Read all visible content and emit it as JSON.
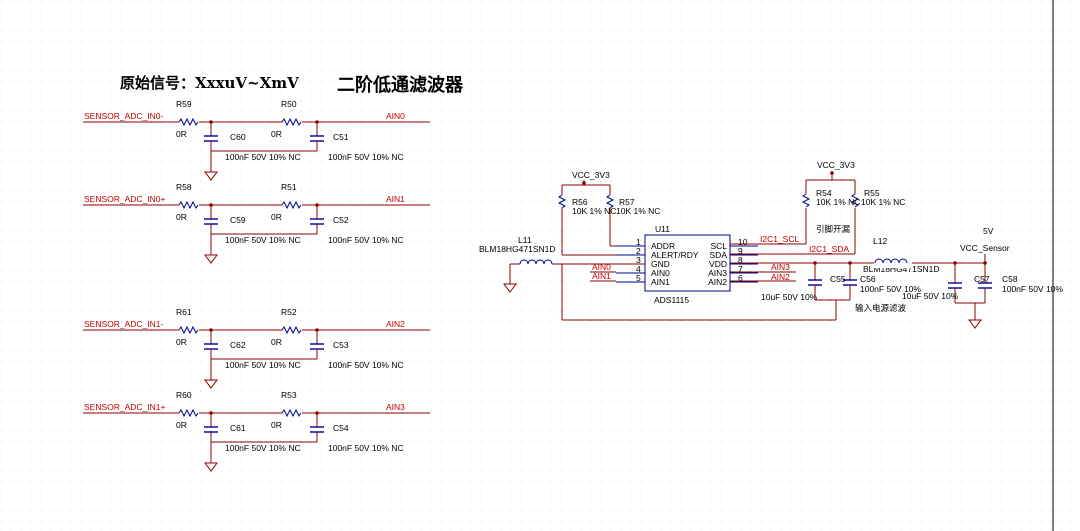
{
  "titles": {
    "signal": "原始信号：XxxuV~XmV",
    "filter": "二阶低通滤波器"
  },
  "channels": [
    {
      "net": "SENSOR_ADC_IN0-",
      "r1": "R59",
      "r1v": "0R",
      "c1": "C60",
      "c1v": "100nF 50V 10% NC",
      "r2": "R50",
      "r2v": "0R",
      "c2": "C51",
      "c2v": "100nF 50V 10% NC",
      "out": "AIN0"
    },
    {
      "net": "SENSOR_ADC_IN0+",
      "r1": "R58",
      "r1v": "0R",
      "c1": "C59",
      "c1v": "100nF 50V 10% NC",
      "r2": "R51",
      "r2v": "0R",
      "c2": "C52",
      "c2v": "100nF 50V 10% NC",
      "out": "AIN1"
    },
    {
      "net": "SENSOR_ADC_IN1-",
      "r1": "R61",
      "r1v": "0R",
      "c1": "C62",
      "c1v": "100nF 50V 10% NC",
      "r2": "R52",
      "r2v": "0R",
      "c2": "C53",
      "c2v": "100nF 50V 10% NC",
      "out": "AIN2"
    },
    {
      "net": "SENSOR_ADC_IN1+",
      "r1": "R60",
      "r1v": "0R",
      "c1": "C61",
      "c1v": "100nF 50V 10% NC",
      "r2": "R53",
      "r2v": "0R",
      "c2": "C54",
      "c2v": "100nF 50V 10% NC",
      "out": "AIN3"
    }
  ],
  "adc": {
    "ref": "U11",
    "part": "ADS1115",
    "left_pins": [
      {
        "num": "1",
        "name": "ADDR"
      },
      {
        "num": "2",
        "name": "ALERT/RDY"
      },
      {
        "num": "3",
        "name": "GND"
      },
      {
        "num": "4",
        "name": "AIN0"
      },
      {
        "num": "5",
        "name": "AIN1"
      }
    ],
    "right_pins": [
      {
        "num": "10",
        "name": "SCL"
      },
      {
        "num": "9",
        "name": "SDA"
      },
      {
        "num": "8",
        "name": "VDD"
      },
      {
        "num": "7",
        "name": "AIN3"
      },
      {
        "num": "6",
        "name": "AIN2"
      }
    ],
    "in_nets": [
      "AIN0",
      "AIN1"
    ],
    "out_nets": [
      "I2C1_SCL",
      "I2C1_SDA",
      "AIN3",
      "AIN2"
    ]
  },
  "pullups_left": {
    "rail": "VCC_3V3",
    "r1": "R56",
    "r1v": "10K 1% NC",
    "r2": "R57",
    "r2v": "10K 1% NC"
  },
  "pullups_right": {
    "rail": "VCC_3V3",
    "r1": "R54",
    "r1v": "10K 1% NC",
    "r2": "R55",
    "r2v": "10K 1% NC",
    "note": "引脚开漏"
  },
  "l11": {
    "ref": "L11",
    "part": "BLM18HG471SN1D"
  },
  "l12": {
    "ref": "L12",
    "part": "BLM18HG471SN1D"
  },
  "power_left": {
    "c1": "C55",
    "c1v": "10uF 50V 10%",
    "c2": "C56",
    "c2v": "100nF 50V 10%",
    "note": "输入电源滤波"
  },
  "power_right": {
    "c1": "C57",
    "c1v": "10uF 50V 10%",
    "c2": "C58",
    "c2v": "100nF 50V 10%",
    "supply": "VCC_Sensor",
    "volt": "5V"
  }
}
